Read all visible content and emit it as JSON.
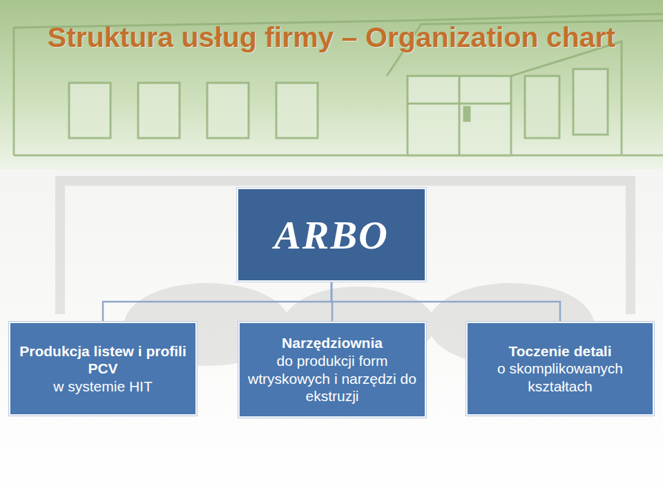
{
  "diagram": {
    "title": "Struktura usług firmy – Organization chart",
    "nodes": [
      {
        "text": [
          "ARBO"
        ]
      },
      {
        "text": [
          "Produkcja listew i profili PCV",
          "w systemie HIT"
        ]
      },
      {
        "text": [
          "Narzędziownia",
          "do produkcji form wtryskowych i narzędzi do ekstruzji"
        ]
      },
      {
        "text": [
          "Toczenie detali",
          "o skomplikowanych kształtach"
        ]
      }
    ],
    "edges": [
      {
        "from": 0,
        "to": 1,
        "arrow": "none"
      },
      {
        "from": 0,
        "to": 2,
        "arrow": "none"
      },
      {
        "from": 0,
        "to": 3,
        "arrow": "none"
      }
    ]
  }
}
